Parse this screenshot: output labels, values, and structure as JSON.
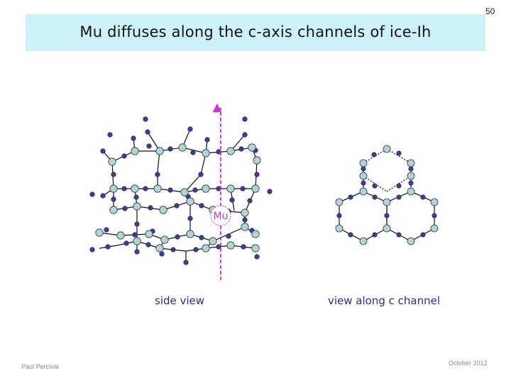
{
  "slide": {
    "title": "Mu diffuses along the c-axis channels of ice-Ih",
    "number": "50",
    "mu_label": "Mu",
    "caption_side": "side view",
    "caption_along": "view along c channel",
    "footer_author": "Paul Percival",
    "footer_date": "October 2012"
  },
  "colors": {
    "title_band": "#ccf1f7",
    "oxygen": "#b3d4d6",
    "hydrogen": "#3c3f9a",
    "mu": "#c040c0",
    "arrow": "#d030d0"
  }
}
